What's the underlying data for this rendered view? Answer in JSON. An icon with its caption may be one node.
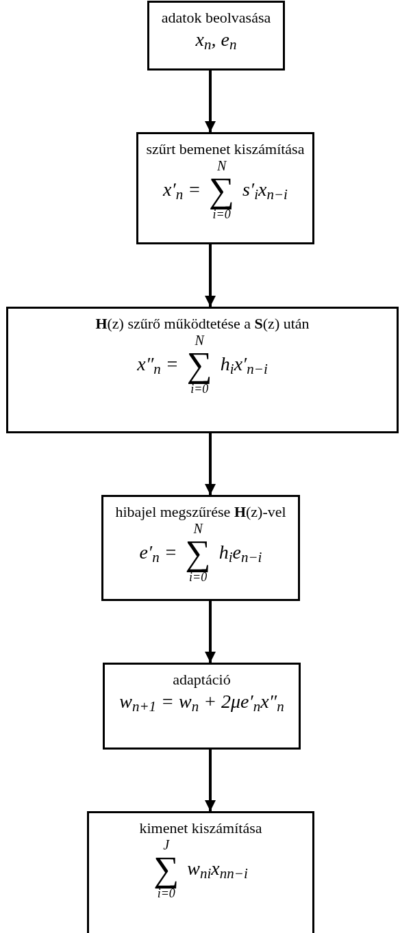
{
  "diagram": {
    "nodes": [
      {
        "text": [
          "adatok beolvasása",
          "x$_{n}$, e$_{n}$"
        ]
      },
      {
        "text": [
          "szűrt bemenet kiszámítása",
          "N",
          "x′$_{n}$ =",
          "∑",
          "s′$_{i}$x$_{n−i}$",
          "i=0"
        ]
      },
      {
        "text": [
          "**H**(z) szűrő működtetése a **S**(z) után",
          "N",
          "x″$_{n}$ =",
          "∑",
          "h$_{i}$x′$_{n−i}$",
          "i=0"
        ]
      },
      {
        "text": [
          "hibajel megszűrése **H**(z)-vel",
          "N",
          "e′$_{n}$ =",
          "∑",
          "h$_{i}$e$_{n−i}$",
          "i=0"
        ]
      },
      {
        "text": [
          "adaptáció",
          "w$_{n+1}$ = w$_{n}$ + 2μe′$_{n}$x″$_{n}$"
        ]
      },
      {
        "text": [
          "kimenet kiszámítása",
          "J",
          "∑",
          "w$_{n}$$_{i}$x$_{n}$$_{n−i}$",
          "i=0"
        ]
      }
    ],
    "edges": [
      {
        "from": 0,
        "to": 1,
        "arrow": "to"
      },
      {
        "from": 1,
        "to": 2,
        "arrow": "to"
      },
      {
        "from": 2,
        "to": 3,
        "arrow": "to"
      },
      {
        "from": 3,
        "to": 4,
        "arrow": "to"
      },
      {
        "from": 4,
        "to": 5,
        "arrow": "to"
      }
    ]
  }
}
